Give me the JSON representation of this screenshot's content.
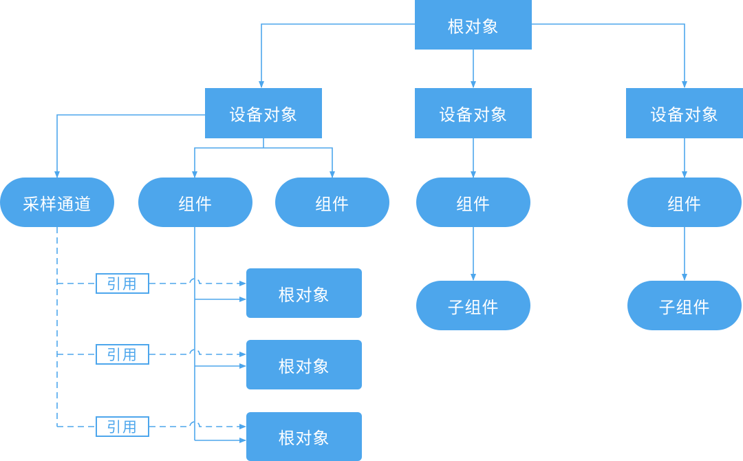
{
  "diagram": {
    "root": {
      "label": "根对象"
    },
    "devices": [
      {
        "label": "设备对象"
      },
      {
        "label": "设备对象"
      },
      {
        "label": "设备对象"
      }
    ],
    "device1_children": {
      "sampling_channel": "采样通道",
      "component_a": "组件",
      "component_b": "组件"
    },
    "device2_children": {
      "component": "组件",
      "subcomponent": "子组件"
    },
    "device3_children": {
      "component": "组件",
      "subcomponent": "子组件"
    },
    "references": [
      {
        "ref_label": "引用",
        "target_label": "根对象"
      },
      {
        "ref_label": "引用",
        "target_label": "根对象"
      },
      {
        "ref_label": "引用",
        "target_label": "根对象"
      }
    ],
    "colors": {
      "node_fill": "#4da6ec",
      "line": "#4da6ec",
      "text_on_node": "#ffffff"
    }
  }
}
